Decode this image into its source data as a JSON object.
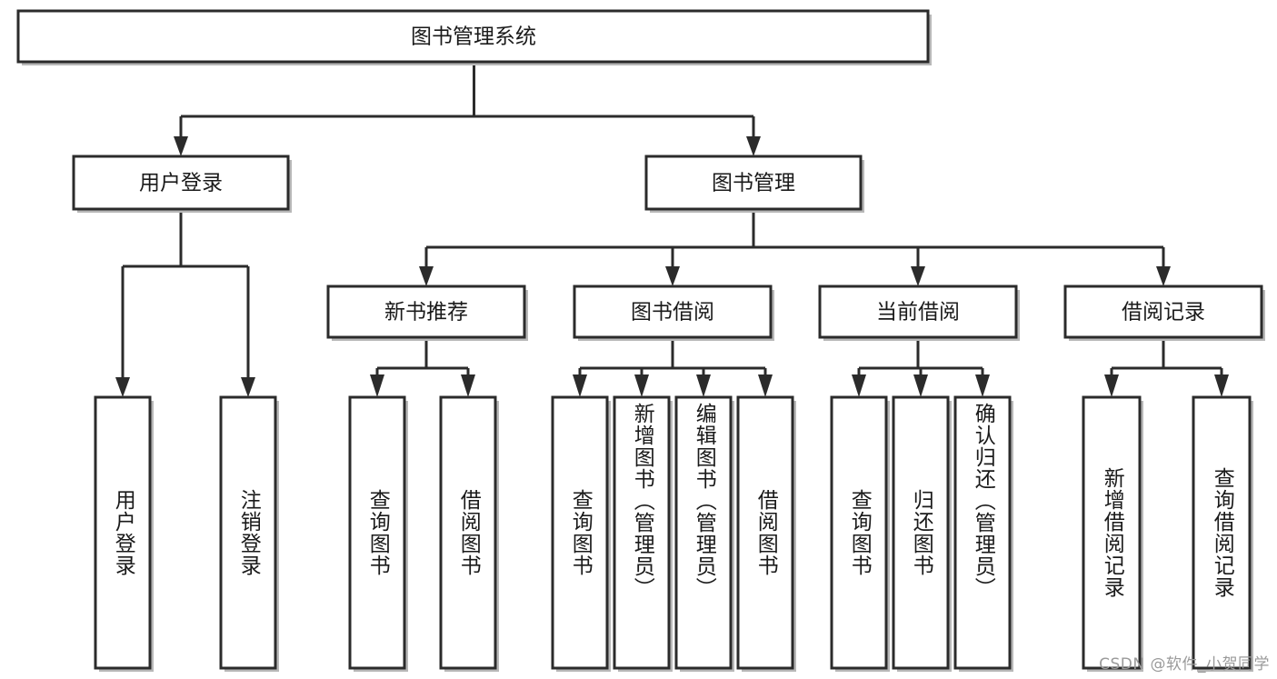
{
  "diagram": {
    "type": "tree-hierarchy",
    "title": "图书管理系统",
    "watermark": "CSDN @软件_小贺同学",
    "colors": {
      "stroke": "#2b2b2b",
      "fill": "#ffffff",
      "text": "#1a1a1a",
      "watermark": "#9a9a9a"
    },
    "levels": {
      "root": "图书管理系统",
      "level2": [
        "用户登录",
        "图书管理"
      ],
      "level3": [
        "新书推荐",
        "图书借阅",
        "当前借阅",
        "借阅记录"
      ]
    },
    "nodes": {
      "root": {
        "label": "图书管理系统"
      },
      "user_login": {
        "label": "用户登录"
      },
      "book_manage": {
        "label": "图书管理"
      },
      "new_book_rec": {
        "label": "新书推荐"
      },
      "book_borrow": {
        "label": "图书借阅"
      },
      "current_borrow": {
        "label": "当前借阅"
      },
      "borrow_record": {
        "label": "借阅记录"
      }
    },
    "leaves": {
      "user_login": [
        {
          "label": "用户登录"
        },
        {
          "label": "注销登录"
        }
      ],
      "new_book_rec": [
        {
          "label": "查询图书"
        },
        {
          "label": "借阅图书"
        }
      ],
      "book_borrow": [
        {
          "label": "查询图书"
        },
        {
          "label": "新增图书（管理员）"
        },
        {
          "label": "编辑图书（管理员）"
        },
        {
          "label": "借阅图书"
        }
      ],
      "current_borrow": [
        {
          "label": "查询图书"
        },
        {
          "label": "归还图书"
        },
        {
          "label": "确认归还（管理员）"
        }
      ],
      "borrow_record": [
        {
          "label": "新增借阅记录"
        },
        {
          "label": "查询借阅记录"
        }
      ]
    }
  }
}
